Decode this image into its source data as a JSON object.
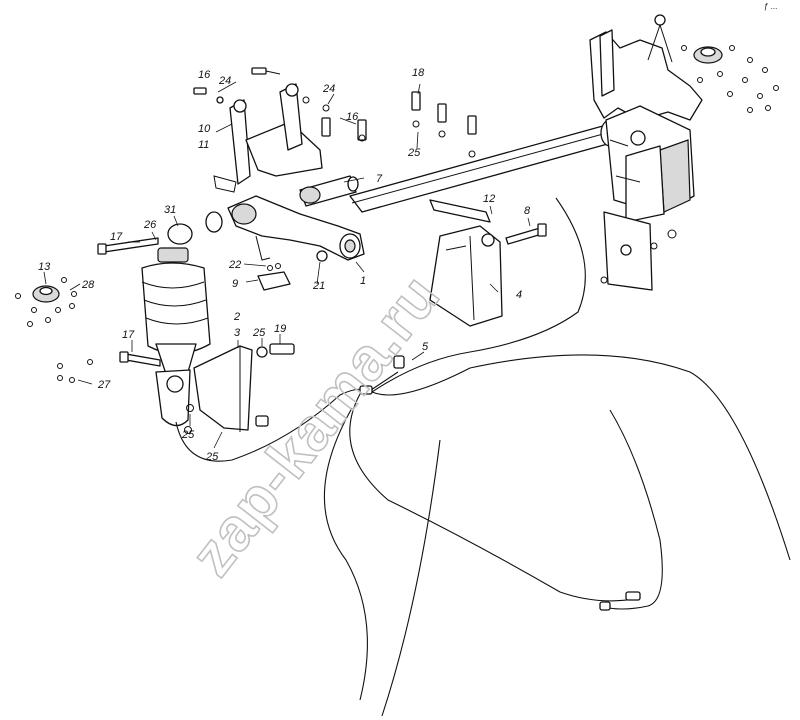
{
  "watermark": "zap-kama.ru",
  "corner_mark": "ƒ ...",
  "callouts": {
    "c1": "1",
    "c2": "2",
    "c3": "3",
    "c4": "4",
    "c5": "5",
    "c7": "7",
    "c8": "8",
    "c9": "9",
    "c10": "10",
    "c11": "11",
    "c12": "12",
    "c13": "13",
    "c16a": "16",
    "c16b": "16",
    "c17a": "17",
    "c17b": "17",
    "c18": "18",
    "c19": "19",
    "c21": "21",
    "c22": "22",
    "c24a": "24",
    "c24b": "24",
    "c25a": "25",
    "c25b": "25",
    "c25c": "25",
    "c25d": "25",
    "c26": "26",
    "c27": "27",
    "c28": "28",
    "c31": "31"
  }
}
